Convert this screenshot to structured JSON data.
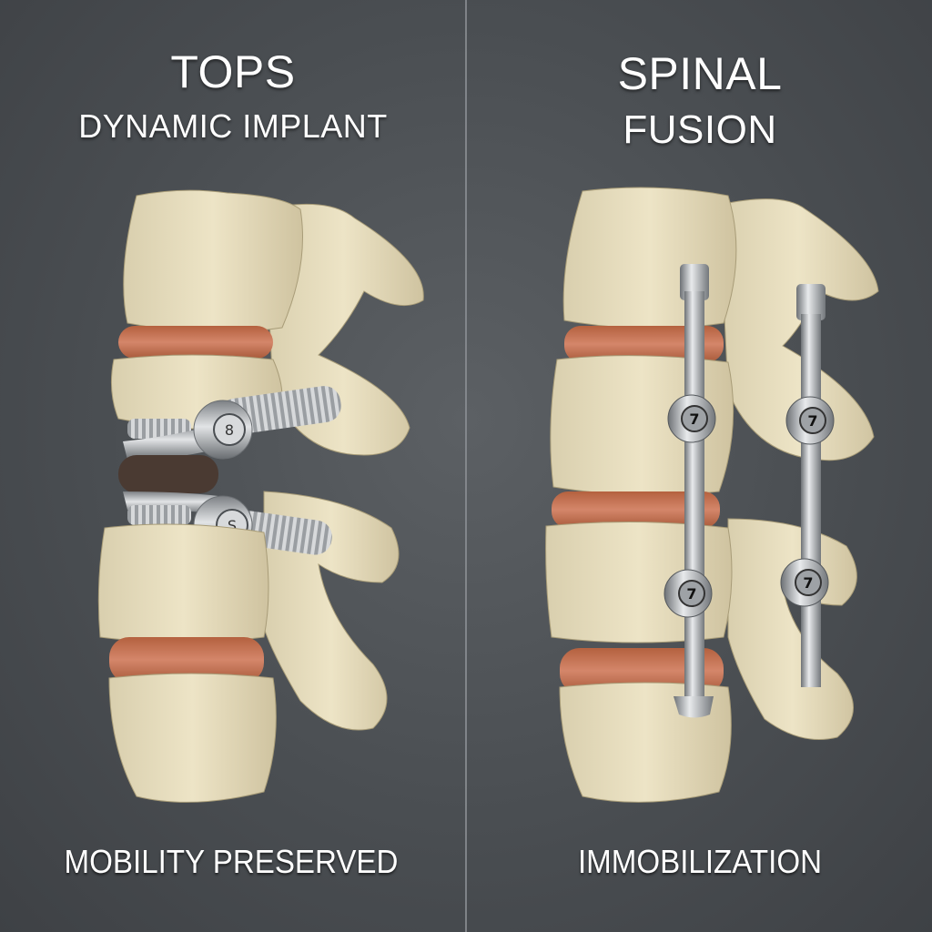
{
  "panels": [
    {
      "id": "tops",
      "title_main": "TOPS",
      "title_sub": "DYNAMIC IMPLANT",
      "caption": "MOBILITY PRESERVED",
      "illustration": "lumbar-vertebrae-with-dynamic-implant-icon"
    },
    {
      "id": "fusion",
      "title_main": "SPINAL",
      "title_sub": "FUSION",
      "caption": "IMMOBILIZATION",
      "illustration": "lumbar-vertebrae-with-rods-and-screws-icon"
    }
  ],
  "colors": {
    "background": "#4a4e52",
    "bone": "#e6dcbc",
    "disc": "#c4734f",
    "metal": "#b9bcbf",
    "text": "#ffffff"
  }
}
